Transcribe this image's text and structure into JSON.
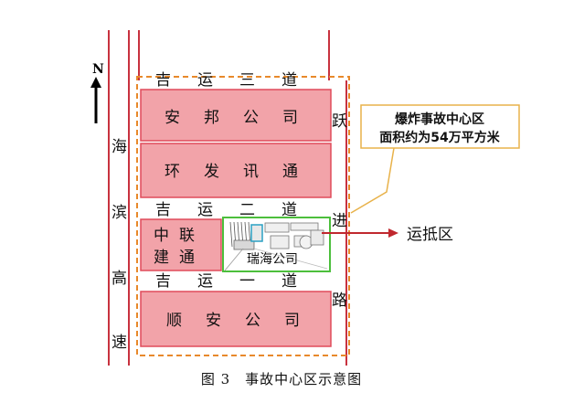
{
  "north": {
    "label": "N"
  },
  "roads": {
    "top": [
      "吉",
      "运",
      "三",
      "道"
    ],
    "middle": [
      "吉",
      "运",
      "二",
      "道"
    ],
    "bottom": [
      "吉",
      "运",
      "一",
      "道"
    ],
    "west": [
      "海",
      "滨",
      "高",
      "速"
    ],
    "east": [
      "跃",
      "进",
      "路"
    ]
  },
  "blocks": {
    "anbang": [
      "安",
      "邦",
      "公",
      "司"
    ],
    "huanfa": [
      "环",
      "发",
      "讯",
      "通"
    ],
    "zhonglian_line1": [
      "中",
      "联"
    ],
    "zhonglian_line2": [
      "建",
      "通"
    ],
    "ruihai": "瑞海公司",
    "shunan": [
      "顺",
      "安",
      "公",
      "司"
    ]
  },
  "callout": {
    "line1": "爆炸事故中心区",
    "line2": "面积约为54万平方米"
  },
  "arrow_label": "运抵区",
  "caption": "图 3　事故中心区示意图",
  "colors": {
    "block_fill": "#f2a3a9",
    "block_stroke": "#e04b5a",
    "road_line": "#c8323f",
    "dashed_boundary": "#e8892b",
    "ruihai_border": "#4cbf3c",
    "callout_border": "#e8b24a",
    "arrow": "#c0282e"
  }
}
